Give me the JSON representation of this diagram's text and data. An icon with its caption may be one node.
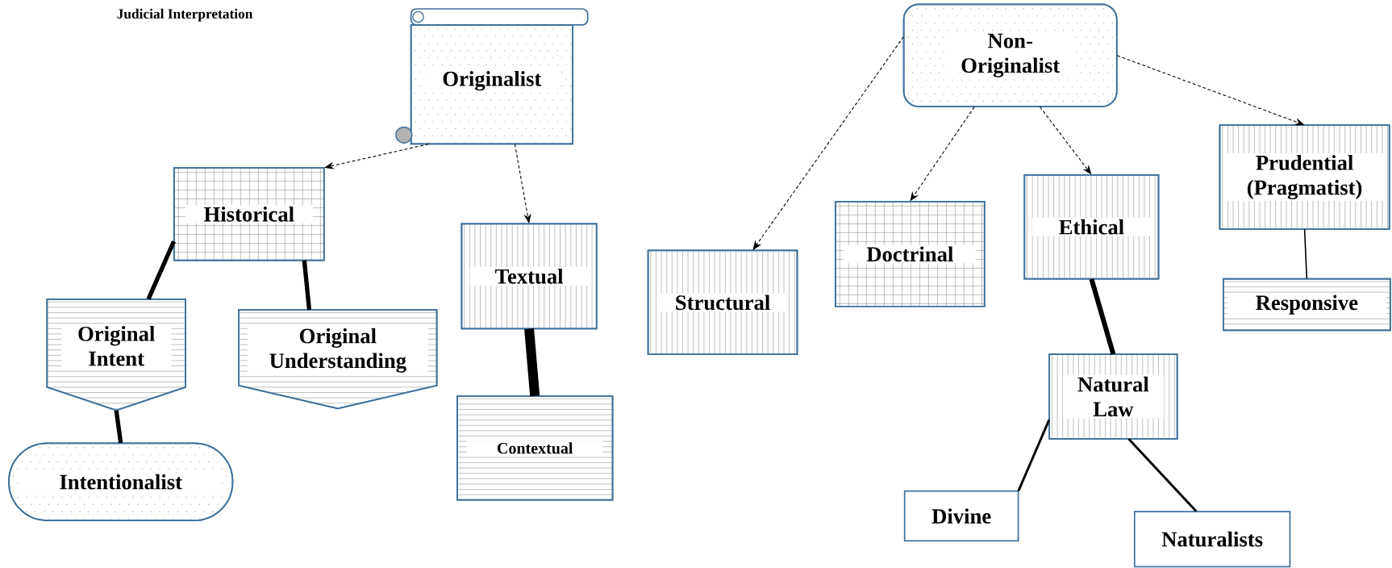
{
  "diagram": {
    "title": "Judicial Interpretation",
    "nodes": [
      {
        "text": [
          "Originalist"
        ]
      },
      {
        "text": [
          "Non- Originalist"
        ]
      },
      {
        "text": [
          "Historical"
        ]
      },
      {
        "text": [
          "Textual"
        ]
      },
      {
        "text": [
          "Structural"
        ]
      },
      {
        "text": [
          "Doctrinal"
        ]
      },
      {
        "text": [
          "Ethical"
        ]
      },
      {
        "text": [
          "Prudential (Pragmatist)"
        ]
      },
      {
        "text": [
          "Original Intent"
        ]
      },
      {
        "text": [
          "Original Understanding"
        ]
      },
      {
        "text": [
          "Contextual"
        ]
      },
      {
        "text": [
          "Responsive"
        ]
      },
      {
        "text": [
          "Natural Law"
        ]
      },
      {
        "text": [
          "Intentionalist"
        ]
      },
      {
        "text": [
          "Divine"
        ]
      },
      {
        "text": [
          "Naturalists"
        ]
      }
    ],
    "edges": [
      {
        "from": 0,
        "to": 2,
        "arrow": "to",
        "style": "dashed"
      },
      {
        "from": 0,
        "to": 3,
        "arrow": "to",
        "style": "dashed"
      },
      {
        "from": 1,
        "to": 4,
        "arrow": "to",
        "style": "dashed"
      },
      {
        "from": 1,
        "to": 5,
        "arrow": "to",
        "style": "dashed"
      },
      {
        "from": 1,
        "to": 6,
        "arrow": "to",
        "style": "dashed"
      },
      {
        "from": 1,
        "to": 7,
        "arrow": "to",
        "style": "dashed"
      },
      {
        "from": 2,
        "to": 8,
        "arrow": "none",
        "style": "thick"
      },
      {
        "from": 2,
        "to": 9,
        "arrow": "none",
        "style": "thick"
      },
      {
        "from": 3,
        "to": 10,
        "arrow": "none",
        "style": "thick"
      },
      {
        "from": 8,
        "to": 13,
        "arrow": "none",
        "style": "thick"
      },
      {
        "from": 6,
        "to": 12,
        "arrow": "none",
        "style": "thick"
      },
      {
        "from": 7,
        "to": 11,
        "arrow": "none"
      },
      {
        "from": 12,
        "to": 14,
        "arrow": "none"
      },
      {
        "from": 12,
        "to": 15,
        "arrow": "none"
      }
    ]
  }
}
